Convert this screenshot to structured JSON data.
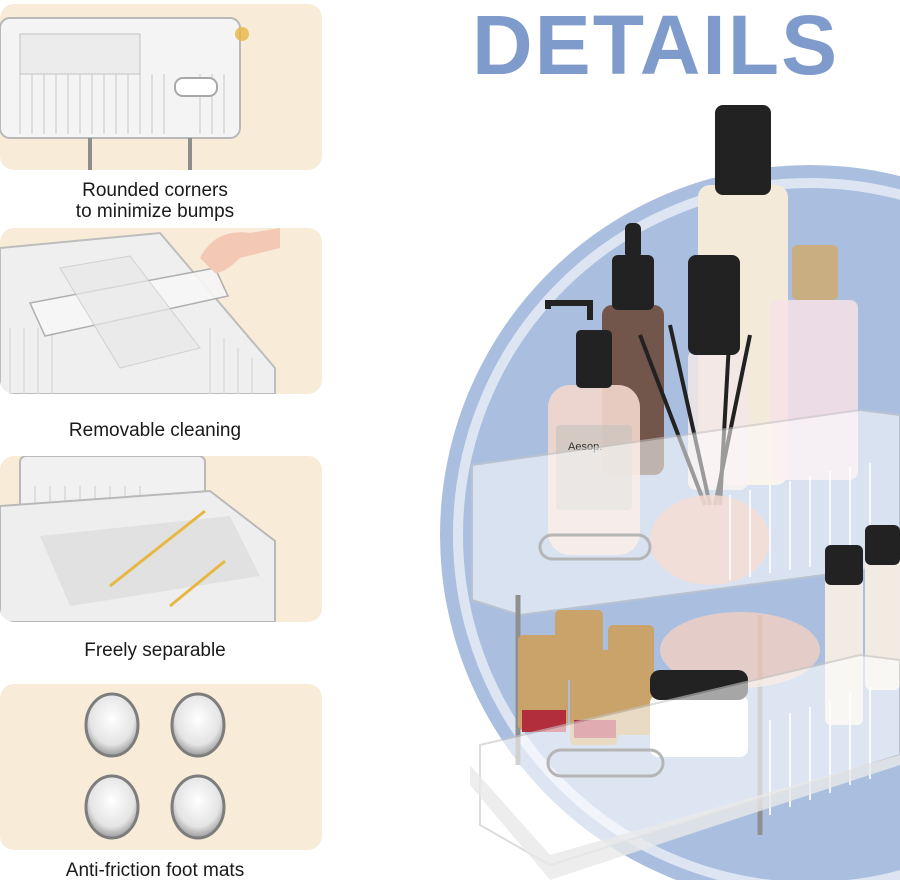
{
  "header": {
    "title": "DETAILS"
  },
  "features": [
    {
      "caption_line1": "Rounded corners",
      "caption_line2": "to minimize bumps",
      "image_icon": "rounded-corner-icon"
    },
    {
      "caption_line1": "Removable cleaning",
      "caption_line2": "",
      "image_icon": "divider-removal-icon"
    },
    {
      "caption_line1": "Freely separable",
      "caption_line2": "",
      "image_icon": "stacked-trays-icon"
    },
    {
      "caption_line1": "Anti-friction foot mats",
      "caption_line2": "",
      "image_icon": "foot-mat-icon"
    }
  ],
  "hero": {
    "product_label": "Aesop.",
    "image_icon": "organizer-product-icon"
  },
  "colors": {
    "title": "#7f9bcb",
    "panel_bg": "#f8ecd9",
    "hero_circle": "#aabfe0",
    "accent_gold": "#e7b743"
  }
}
